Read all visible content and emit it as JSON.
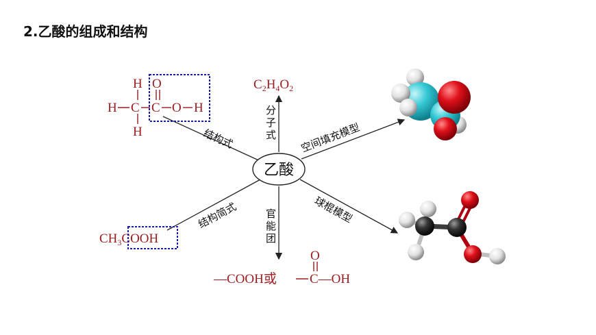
{
  "title": "2.乙酸的组成和结构",
  "center": "乙酸",
  "formula": {
    "molecular": {
      "c": "C",
      "c_sub": "2",
      "h": "H",
      "h_sub": "4",
      "o": "O",
      "o_sub": "2"
    },
    "condensed": {
      "prefix": "CH",
      "sub": "3",
      "group": "COOH"
    },
    "functional_group": {
      "text": "—COOH或",
      "rest": "C—OH",
      "o": "O"
    },
    "structural": {
      "h_top": "H",
      "h_left": "H",
      "h_bottom": "H",
      "c1": "C",
      "c2": "C",
      "o_top": "O",
      "o_right": "O",
      "h_right": "H"
    }
  },
  "branches": {
    "structural": "结构式",
    "molecular": [
      "分",
      "子",
      "式"
    ],
    "space_filling": "空间填充模型",
    "condensed": "结构简式",
    "functional": [
      "官",
      "能",
      "团"
    ],
    "ball_stick": "球棍模型"
  },
  "colors": {
    "formula_red": "#9b1b1f",
    "box_blue": "#1a1aa8",
    "carbon_cyan": "#35c9d6",
    "oxygen_red": "#e0101a",
    "hydrogen_white": "#f2f2f2",
    "carbon_black": "#2b2b2b"
  }
}
